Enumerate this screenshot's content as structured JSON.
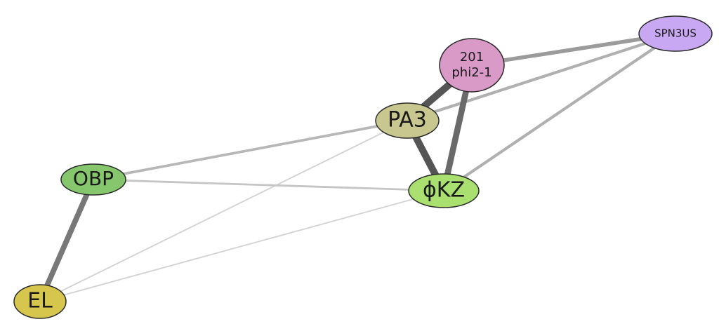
{
  "graph": {
    "nodes": [
      {
        "id": "phi201",
        "lines": [
          "201",
          "phi2-1"
        ],
        "color": "#d99ac8"
      },
      {
        "id": "SPN3US",
        "lines": [
          "SPN3US"
        ],
        "color": "#c8a8f2"
      },
      {
        "id": "PA3",
        "lines": [
          "PA3"
        ],
        "color": "#c8c790"
      },
      {
        "id": "OBP",
        "lines": [
          "OBP"
        ],
        "color": "#86c76e"
      },
      {
        "id": "phiKZ",
        "lines": [
          "ϕKZ"
        ],
        "color": "#a9e070"
      },
      {
        "id": "EL",
        "lines": [
          "EL"
        ],
        "color": "#d7c64e"
      }
    ],
    "edges": [
      {
        "source": "phi201",
        "target": "PA3",
        "weight": 1.0
      },
      {
        "source": "PA3",
        "target": "phiKZ",
        "weight": 1.0
      },
      {
        "source": "phi201",
        "target": "phiKZ",
        "weight": 0.85
      },
      {
        "source": "OBP",
        "target": "EL",
        "weight": 0.75
      },
      {
        "source": "phi201",
        "target": "SPN3US",
        "weight": 0.5
      },
      {
        "source": "PA3",
        "target": "SPN3US",
        "weight": 0.35
      },
      {
        "source": "phiKZ",
        "target": "SPN3US",
        "weight": 0.35
      },
      {
        "source": "OBP",
        "target": "PA3",
        "weight": 0.3
      },
      {
        "source": "OBP",
        "target": "phiKZ",
        "weight": 0.2
      },
      {
        "source": "EL",
        "target": "PA3",
        "weight": 0.1
      },
      {
        "source": "EL",
        "target": "phiKZ",
        "weight": 0.1
      }
    ]
  }
}
